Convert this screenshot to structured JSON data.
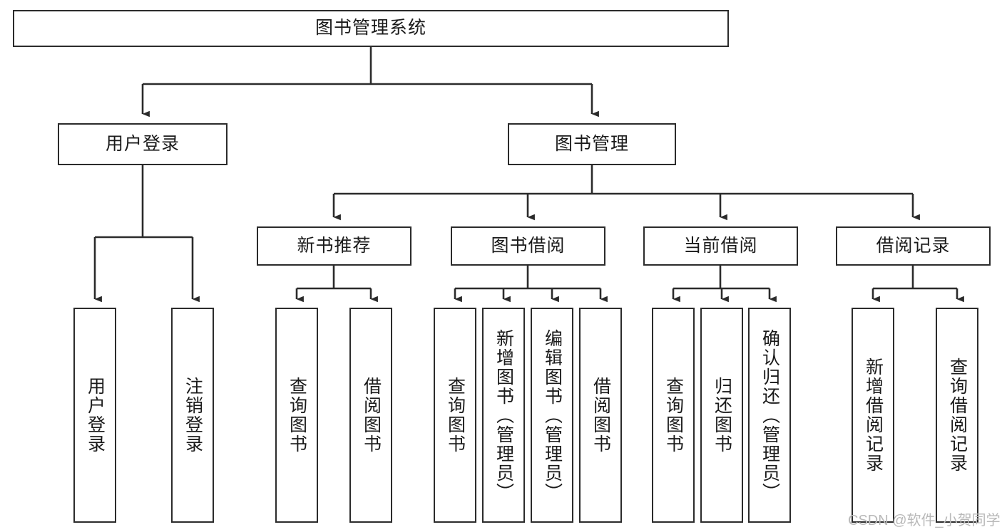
{
  "diagram": {
    "title": "图书管理系统",
    "type": "tree",
    "watermark": "CSDN @软件_小贺同学",
    "colors": {
      "node_border": "#2b2b2b",
      "node_fill": "#ffffff",
      "connector": "#2b2b2b",
      "text": "#1a1a1a",
      "watermark": "#b9b9b9",
      "background": "#ffffff"
    },
    "root": {
      "label": "图书管理系统"
    },
    "level2": [
      {
        "label": "用户登录"
      },
      {
        "label": "图书管理"
      }
    ],
    "level3": [
      {
        "label": "新书推荐"
      },
      {
        "label": "图书借阅"
      },
      {
        "label": "当前借阅"
      },
      {
        "label": "借阅记录"
      }
    ],
    "leaves": {
      "user_login": [
        {
          "label": "用户登录"
        },
        {
          "label": "注销登录"
        }
      ],
      "new_book_recommend": [
        {
          "label": "查询图书"
        },
        {
          "label": "借阅图书"
        }
      ],
      "book_borrow": [
        {
          "label": "查询图书"
        },
        {
          "label": "新增图书（管理员）"
        },
        {
          "label": "编辑图书（管理员）"
        },
        {
          "label": "借阅图书"
        }
      ],
      "current_borrow": [
        {
          "label": "查询图书"
        },
        {
          "label": "归还图书"
        },
        {
          "label": "确认归还（管理员）"
        }
      ],
      "borrow_record": [
        {
          "label": "新增借阅记录"
        },
        {
          "label": "查询借阅记录"
        }
      ]
    }
  }
}
